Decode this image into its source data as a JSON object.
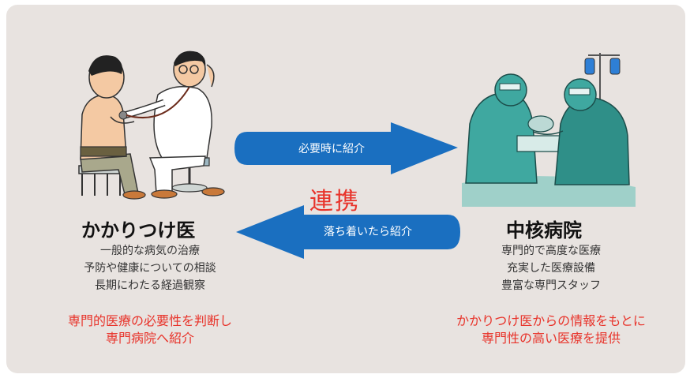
{
  "left": {
    "title": "かかりつけ医",
    "desc": [
      "一般的な病気の治療",
      "予防や健康についての相談",
      "長期にわたる経過観察"
    ],
    "note": [
      "専門的医療の必要性を判断し",
      "専門病院へ紹介"
    ]
  },
  "right": {
    "title": "中核病院",
    "desc": [
      "専門的で高度な医療",
      "充実した医療設備",
      "豊富な専門スタッフ"
    ],
    "note": [
      "かかりつけ医からの情報をもとに",
      "専門性の高い医療を提供"
    ]
  },
  "arrows": {
    "forward_label": "必要時に紹介",
    "back_label": "落ち着いたら紹介",
    "center_label": "連携"
  },
  "colors": {
    "arrow": "#1a6fc0",
    "accent": "#e8332a",
    "panel": "#e8e3e0"
  },
  "icons": [
    "doctor-patient-illustration",
    "surgery-team-illustration"
  ]
}
